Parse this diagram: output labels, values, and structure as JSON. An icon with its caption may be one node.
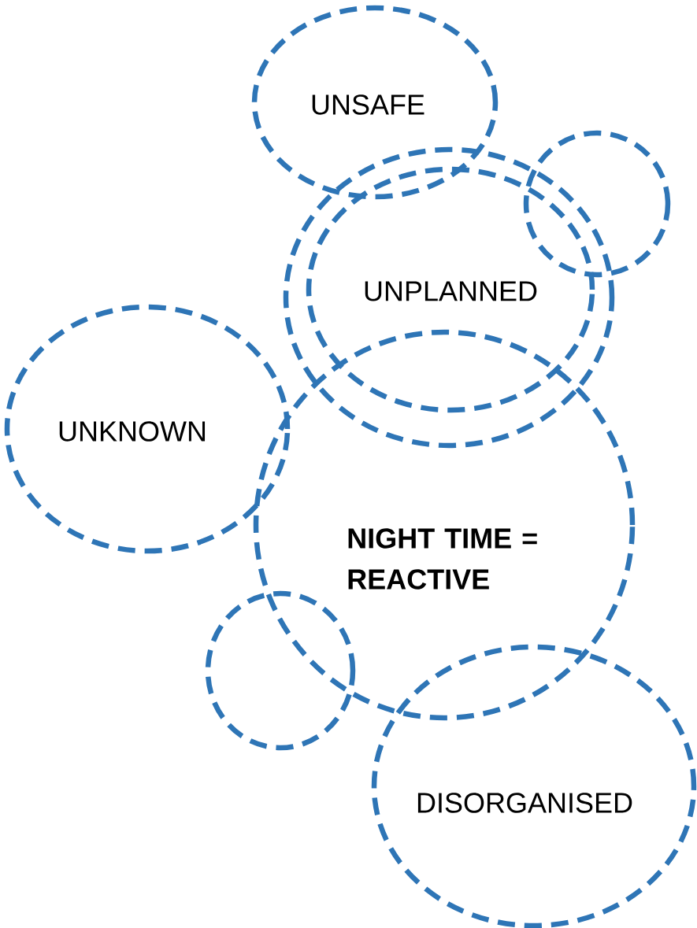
{
  "diagram": {
    "nodes": [
      {
        "text": [
          "UNSAFE"
        ]
      },
      {
        "text": [],
        "shape": "circle"
      },
      {
        "text": [],
        "shape": "circle"
      },
      {
        "text": [
          "UNPLANNED"
        ],
        "in": 2
      },
      {
        "text": [
          "UNKNOWN"
        ]
      },
      {
        "text": [
          "NIGHT TIME = REACTIVE"
        ]
      },
      {
        "text": [],
        "shape": "circle"
      },
      {
        "text": [
          "DISORGANISED"
        ]
      }
    ]
  }
}
